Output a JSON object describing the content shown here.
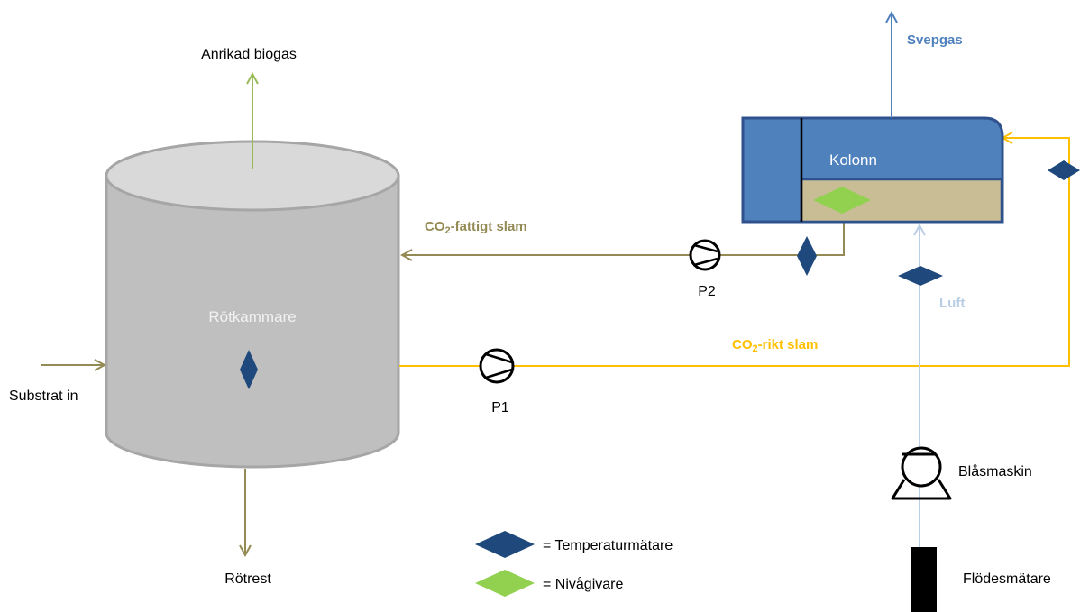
{
  "labels": {
    "enriched_biogas": "Anrikad biogas",
    "sweep_gas": "Svepgas",
    "column": "Kolonn",
    "digester": "Rötkammare",
    "substrate_in": "Substrat in",
    "digestate": "Rötrest",
    "co2_poor_sludge": {
      "prefix": "CO",
      "sub": "2",
      "suffix": "-fattigt slam"
    },
    "co2_rich_sludge": {
      "prefix": "CO",
      "sub": "2",
      "suffix": "-rikt slam"
    },
    "pump1": "P1",
    "pump2": "P2",
    "air": "Luft",
    "blower": "Blåsmaskin",
    "flow_meter": "Flödesmätare"
  },
  "legend": {
    "temperature": "= Temperaturmätare",
    "level": "= Nivågivare"
  },
  "colors": {
    "tank_fill": "#bfbfbf",
    "tank_top": "#d9d9d9",
    "tank_stroke": "#a6a6a6",
    "column_blue": "#4f81bd",
    "column_stroke": "#2f528f",
    "sludge_fill": "#c9bd96",
    "olive_line": "#948a54",
    "yellow_line": "#ffc000",
    "light_blue_line": "#b9cde5",
    "sweep_blue": "#4f81bd",
    "green_arrow": "#9bbb59",
    "temp_sensor": "#1f497d",
    "level_sensor": "#92d050"
  }
}
